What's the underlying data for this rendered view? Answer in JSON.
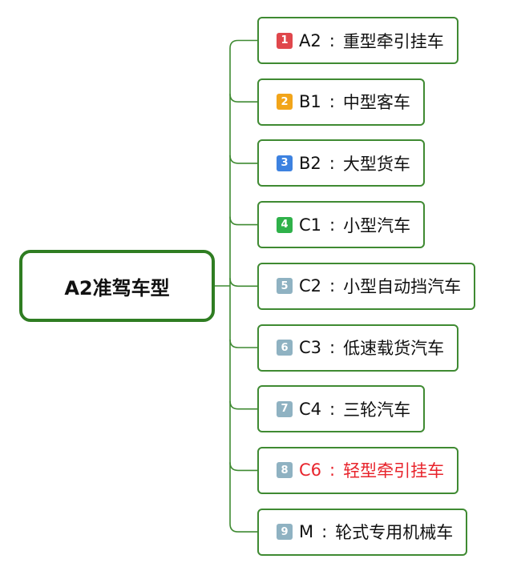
{
  "root": {
    "label": "A2准驾车型"
  },
  "children": [
    {
      "num": "1",
      "code": "A2",
      "sep": ":",
      "name": "重型牵引挂车",
      "badge_color": "#e0474c",
      "highlight": false
    },
    {
      "num": "2",
      "code": "B1",
      "sep": ":",
      "name": "中型客车",
      "badge_color": "#f2a51a",
      "highlight": false
    },
    {
      "num": "3",
      "code": "B2",
      "sep": ":",
      "name": "大型货车",
      "badge_color": "#3d82e0",
      "highlight": false
    },
    {
      "num": "4",
      "code": "C1",
      "sep": ":",
      "name": "小型汽车",
      "badge_color": "#2fb14a",
      "highlight": false
    },
    {
      "num": "5",
      "code": "C2",
      "sep": ":",
      "name": "小型自动挡汽车",
      "badge_color": "#8fb2c2",
      "highlight": false
    },
    {
      "num": "6",
      "code": "C3",
      "sep": ":",
      "name": "低速载货汽车",
      "badge_color": "#8fb2c2",
      "highlight": false
    },
    {
      "num": "7",
      "code": "C4",
      "sep": ":",
      "name": "三轮汽车",
      "badge_color": "#8fb2c2",
      "highlight": false
    },
    {
      "num": "8",
      "code": "C6",
      "sep": ":",
      "name": "轻型牵引挂车",
      "badge_color": "#8fb2c2",
      "highlight": true
    },
    {
      "num": "9",
      "code": "M",
      "sep": ":",
      "name": "轮式专用机械车",
      "badge_color": "#8fb2c2",
      "highlight": false
    }
  ],
  "colors": {
    "connector": "#3f8a32",
    "highlight_text": "#e8242c"
  }
}
